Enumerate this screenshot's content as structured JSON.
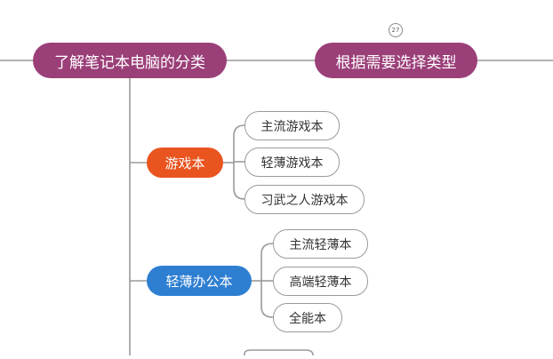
{
  "colors": {
    "main": "#9b3f79",
    "gaming": "#e9541f",
    "office": "#2e7fd2",
    "connector": "#9a9a9a"
  },
  "marker": {
    "label": "27"
  },
  "main_topics": [
    {
      "label": "了解笔记本电脑的分类"
    },
    {
      "label": "根据需要选择类型"
    }
  ],
  "categories": [
    {
      "label": "游戏本",
      "children": [
        {
          "label": "主流游戏本"
        },
        {
          "label": "轻薄游戏本"
        },
        {
          "label": "习武之人游戏本"
        }
      ]
    },
    {
      "label": "轻薄办公本",
      "children": [
        {
          "label": "主流轻薄本"
        },
        {
          "label": "高端轻薄本"
        },
        {
          "label": "全能本"
        }
      ]
    }
  ]
}
